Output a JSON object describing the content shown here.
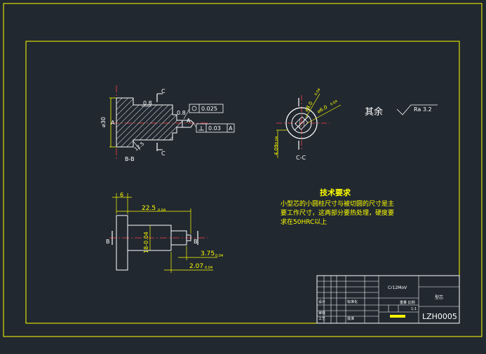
{
  "colors": {
    "background": "#212830",
    "yellow": "#ffff00",
    "white": "#ffffff",
    "cyan": "#00ffff",
    "green": "#00ff00",
    "red": "#ff4040",
    "magenta": "#ff00ff"
  },
  "section_bb": {
    "label": "B-B",
    "section_mark_c": "C",
    "dim_diameter": "⌀30",
    "mark_a": "A",
    "chamfer_left": "0.8",
    "chamfer_right": "0.8",
    "roughness": "12.5",
    "fcf_row1_value": "0.025",
    "fcf_row2_value": "0.03",
    "fcf_row2_datum": "A"
  },
  "section_cc": {
    "label": "C-C",
    "dim_upper": "⌀8.0",
    "dim_upper_tol": "0.04",
    "dim_mid": "⌀6.0",
    "dim_mid_tol": "0.04",
    "dim_left": "4.09",
    "dim_left_tol": "0.04"
  },
  "roughness_note": {
    "label": "其余",
    "value": "Ra 3.2"
  },
  "front_view": {
    "dim_top": "6",
    "dim_length": "22.5",
    "dim_length_tol": "0.04",
    "dim_diameter": "18-0.04",
    "dim_short": "3.75",
    "dim_short_tol": "0.04",
    "dim_bottom": "2.07",
    "dim_bottom_tol": "0.04",
    "mark_b": "B"
  },
  "tech_req": {
    "title": "技术要求",
    "lines": [
      "小型芯的小圆柱尺寸与被切圆的尺寸是主",
      "要工作尺寸，这两部分要热处理，硬度要",
      "求在50HRC以上"
    ]
  },
  "title_block": {
    "material": "Cr12MoV",
    "part_name": "型芯",
    "drawing_no": "LZH0005",
    "scale_label": "重量 比例",
    "scale": "1:1",
    "label_design": "设计",
    "label_standard": "标准化",
    "label_check": "审核",
    "label_process": "工艺",
    "label_approve": "批准"
  }
}
